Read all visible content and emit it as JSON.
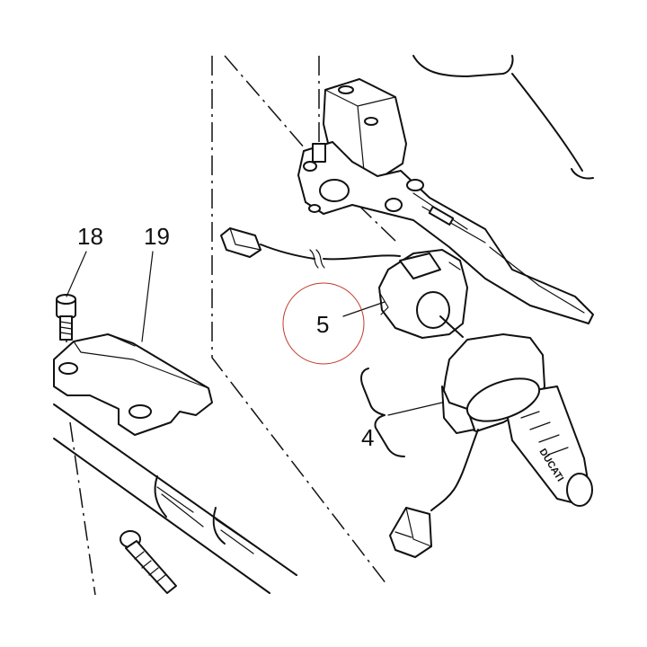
{
  "callouts": [
    {
      "id": "18",
      "text": "18"
    },
    {
      "id": "19",
      "text": "19"
    },
    {
      "id": "5",
      "text": "5"
    },
    {
      "id": "4",
      "text": "4"
    }
  ],
  "grip_brand": "DUCATI",
  "highlight_color": "#c0392b"
}
